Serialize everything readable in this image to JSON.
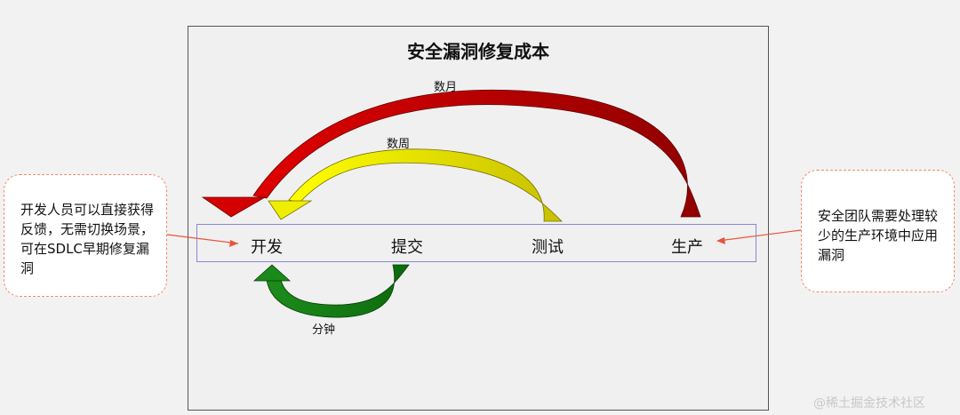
{
  "title": "安全漏洞修复成本",
  "stages": [
    "开发",
    "提交",
    "测试",
    "生产"
  ],
  "arrows": {
    "months": "数月",
    "weeks": "数周",
    "minutes": "分钟"
  },
  "callouts": {
    "left": "开发人员可以直接获得反馈，无需切换场景，可在SDLC早期修复漏洞",
    "right": "安全团队需要处理较少的生产环境中应用漏洞"
  },
  "colors": {
    "months_arrow": "#c00000",
    "weeks_arrow": "#e6e000",
    "minutes_arrow": "#1a8a1a",
    "callout_border": "#ef8a6d",
    "connector": "#e8553a",
    "stage_bar_border": "#8a86d6"
  },
  "watermark": "@稀土掘金技术社区"
}
